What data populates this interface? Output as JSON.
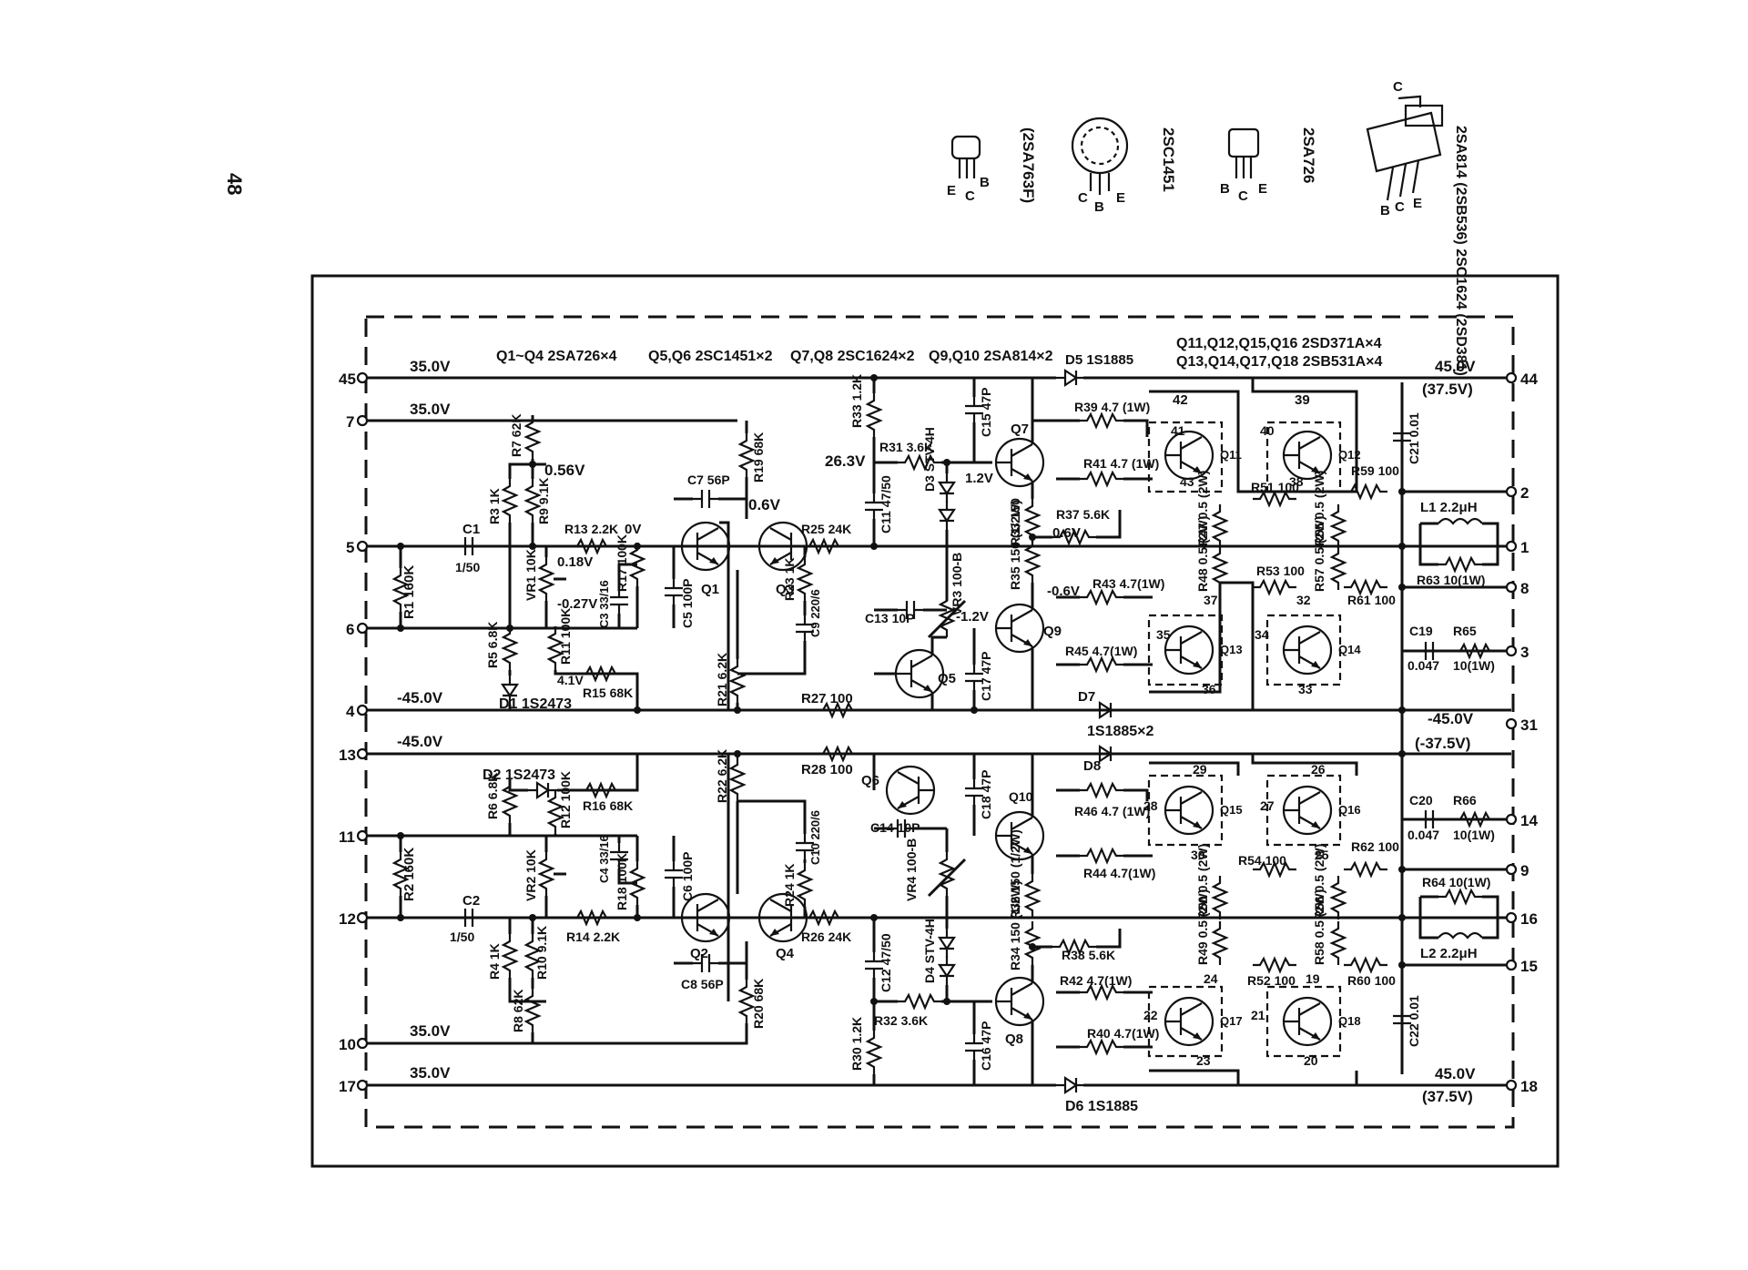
{
  "page_number": "48",
  "transistor_types": {
    "q1_q4": "Q1~Q4 2SA726×4",
    "q5_q6": "Q5,Q6 2SC1451×2",
    "q7_q8": "Q7,Q8 2SC1624×2",
    "q9_q10": "Q9,Q10 2SA814×2",
    "outputs_npn": "Q11,Q12,Q15,Q16 2SD371A×4",
    "outputs_pnp": "Q13,Q14,Q17,Q18 2SB531A×4"
  },
  "packages": {
    "pkg1": {
      "label": "(2SA763F)",
      "pins": [
        "E",
        "C",
        "B"
      ]
    },
    "pkg2": {
      "label": "2SC1451",
      "pins": [
        "C",
        "B",
        "E"
      ]
    },
    "pkg3": {
      "label": "2SA726",
      "pins": [
        "B",
        "C",
        "E"
      ]
    },
    "pkg4": {
      "label": "2SA814 (2SB536) 2SC1624 (2SD381)",
      "pins": [
        "B",
        "C",
        "E",
        "C"
      ]
    }
  },
  "terminals": {
    "t45": "45",
    "t7": "7",
    "t5": "5",
    "t6": "6",
    "t4": "4",
    "t13": "13",
    "t11": "11",
    "t12": "12",
    "t10": "10",
    "t17": "17",
    "t44": "44",
    "t2": "2",
    "t1": "1",
    "t8": "8",
    "t3": "3",
    "t31": "31",
    "t14": "14",
    "t9": "9",
    "t16": "16",
    "t15": "15",
    "t18": "18"
  },
  "voltages": {
    "v45_a": "35.0V",
    "v7_a": "35.0V",
    "v0_56": "0.56V",
    "v0v": "0V",
    "v0_18": "0.18V",
    "v_0_27": "-0.27V",
    "v0_6": "0.6V",
    "v26_3": "26.3V",
    "v1_2": "1.2V",
    "v0_6b": "0.6V",
    "v_0_6": "-0.6V",
    "v_1_2": "-1.2V",
    "v4_1": "4.1V",
    "v_45_a": "-45.0V",
    "v_45_b": "-45.0V",
    "v10": "35.0V",
    "v17": "35.0V",
    "v44": "45.0V",
    "v44b": "(37.5V)",
    "v31": "-45.0V",
    "v31b": "(-37.5V)",
    "v18": "45.0V",
    "v18b": "(37.5V)"
  },
  "components": {
    "r1": "R1 160K",
    "c1": "C1",
    "c1v": "1/50",
    "r3": "R3 1K",
    "r7": "R7 62K",
    "r9": "R9 9.1K",
    "r13": "R13 2.2K",
    "vr1": "VR1 10K",
    "r17": "R17 100K",
    "c3": "C3 33/16",
    "c5": "C5 100P",
    "c7": "C7 56P",
    "r19": "R19 68K",
    "r25": "R25 24K",
    "r23": "R23 1K",
    "c9": "C9 220/6",
    "r21": "R21 6.2K",
    "r5": "R5 6.8K",
    "r11": "R11 100K",
    "r15": "R15 68K",
    "d1": "D1 1S2473",
    "r33": "R33 1.2K",
    "r31": "R31 3.6K",
    "c11": "C11 47/50",
    "d3": "D3 STV-4H",
    "c15": "C15 47P",
    "r39": "R39 4.7 (1W)",
    "r41": "R41 4.7 (1W)",
    "r37": "R37 5.6K",
    "r33b": "R33 150",
    "r35": "R35 150 (1/2W)",
    "r43": "R43 4.7(1W)",
    "r45": "R45 4.7(1W)",
    "c13": "C13 10P",
    "vr3": "VR3 100-B",
    "c17": "C17 47P",
    "r27": "R27 100",
    "d7": "D7",
    "r47": "R47 0.5 (2W)",
    "r48": "R48 0.5 (2W)",
    "r51": "R51 100",
    "r53": "R53 100",
    "r55": "R55 0.5 (2W)",
    "r57": "R57 0.5 (2W)",
    "r59": "R59 100",
    "r61": "R61 100",
    "c21": "C21 0.01",
    "l1": "L1 2.2μH",
    "r63": "R63 10(1W)",
    "c19": "C19",
    "r65": "R65",
    "c19v": "0.047",
    "r65v": "10(1W)",
    "d5": "D5 1S1885",
    "d2x": "1S1885×2",
    "d8": "D8",
    "d6": "D6 1S1885",
    "r2": "R2 160K",
    "c2": "C2",
    "c2v": "1/50",
    "r4": "R4 1K",
    "r8": "R8 62K",
    "r10": "R10 9.1K",
    "r14": "R14 2.2K",
    "vr2": "VR2 10K",
    "r18": "R18 100K",
    "c4": "C4 33/16",
    "c6": "C6 100P",
    "c8": "C8 56P",
    "r20": "R20 68K",
    "r26": "R26 24K",
    "r24": "R24 1K",
    "c10": "C10 220/6",
    "r22": "R22 6.2K",
    "r6": "R6 6.8K",
    "r12": "R12 100K",
    "r16": "R16 68K",
    "d2": "D2 1S2473",
    "r28": "R28 100",
    "c14": "C14 10P",
    "c18": "C18 47P",
    "vr4": "VR4 100-B",
    "d4": "D4 STV-4H",
    "c12": "C12 47/50",
    "r32": "R32 3.6K",
    "r30": "R30 1.2K",
    "c16": "C16 47P",
    "r36": "R36 150 (1/2W)",
    "r34": "R34 150 (1/2W)",
    "r38": "R38 5.6K",
    "r46": "R46 4.7 (1W)",
    "r44": "R44 4.7(1W)",
    "r42": "R42 4.7(1W)",
    "r40": "R40 4.7(1W)",
    "r50": "R50 0.5 (2W)",
    "r49": "R49 0.5 (2W)",
    "r54": "R54 100",
    "r52": "R52 100",
    "r56": "R56 0.5 (2W)",
    "r58": "R58 0.5 (2W)",
    "r62": "R62 100",
    "r60": "R60 100",
    "c20": "C20",
    "r66": "R66",
    "c20v": "0.047",
    "r66v": "10(1W)",
    "r64": "R64 10(1W)",
    "l2": "L2 2.2μH",
    "c22": "C22 0.01"
  },
  "transistors": {
    "q1": "Q1",
    "q3": "Q3",
    "q2": "Q2",
    "q4": "Q4",
    "q5": "Q5",
    "q6": "Q6",
    "q7": "Q7",
    "q9": "Q9",
    "q10": "Q10",
    "q8": "Q8",
    "q11": "Q11",
    "q12": "Q12",
    "q13": "Q13",
    "q14": "Q14",
    "q15": "Q15",
    "q16": "Q16",
    "q17": "Q17",
    "q18": "Q18"
  },
  "pins": {
    "p42": "42",
    "p39": "39",
    "p41": "41",
    "p40": "40",
    "p43": "43",
    "p38": "38",
    "p37": "37",
    "p32": "32",
    "p35": "35",
    "p34": "34",
    "p36": "36",
    "p33": "33",
    "p29": "29",
    "p26": "26",
    "p28": "28",
    "p27": "27",
    "p30": "30",
    "p25": "25",
    "p24": "24",
    "p19": "19",
    "p22": "22",
    "p21": "21",
    "p23": "23",
    "p20": "20"
  }
}
